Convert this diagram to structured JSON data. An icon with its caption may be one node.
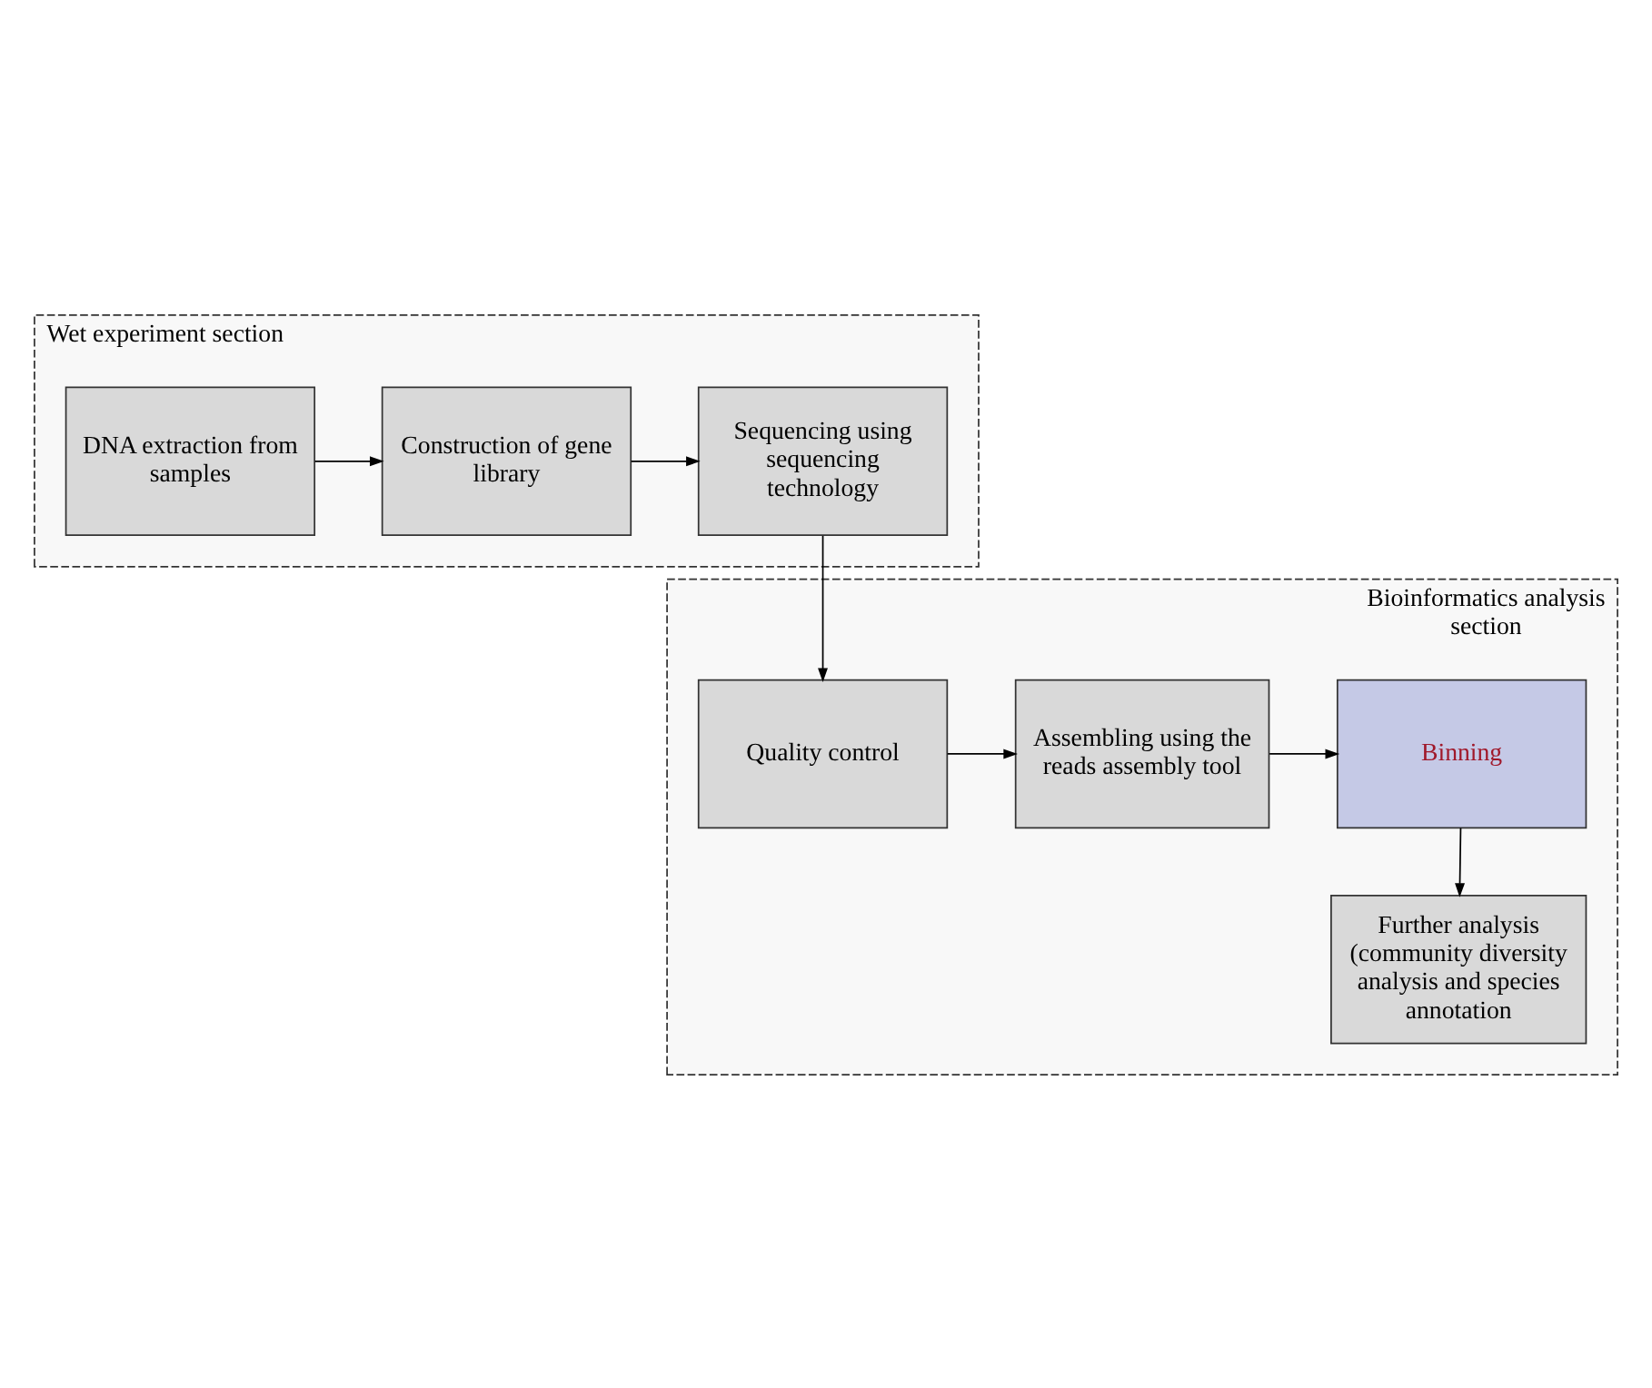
{
  "diagram": {
    "nodes": [
      {
        "text": [
          "Wet experiment section"
        ]
      },
      {
        "text": [
          "DNA extraction from samples"
        ],
        "in": 0
      },
      {
        "text": [
          "Construction of gene library"
        ],
        "in": 0
      },
      {
        "text": [
          "Sequencing using sequencing technology"
        ],
        "in": 0
      },
      {
        "text": [
          "Bioinformatics analysis section"
        ]
      },
      {
        "text": [
          "Quality control"
        ],
        "in": 4
      },
      {
        "text": [
          "Assembling using the reads assembly tool"
        ],
        "in": 4
      },
      {
        "text": [
          "Binning"
        ],
        "in": 4
      },
      {
        "text": [
          "Further analysis (community diversity analysis and species annotation"
        ],
        "in": 4
      }
    ],
    "edges": [
      {
        "from": 1,
        "to": 2,
        "arrow": "to"
      },
      {
        "from": 2,
        "to": 3,
        "arrow": "to"
      },
      {
        "from": 3,
        "to": 5,
        "arrow": "to"
      },
      {
        "from": 5,
        "to": 6,
        "arrow": "to"
      },
      {
        "from": 6,
        "to": 7,
        "arrow": "to"
      },
      {
        "from": 7,
        "to": 8,
        "arrow": "to"
      }
    ]
  }
}
